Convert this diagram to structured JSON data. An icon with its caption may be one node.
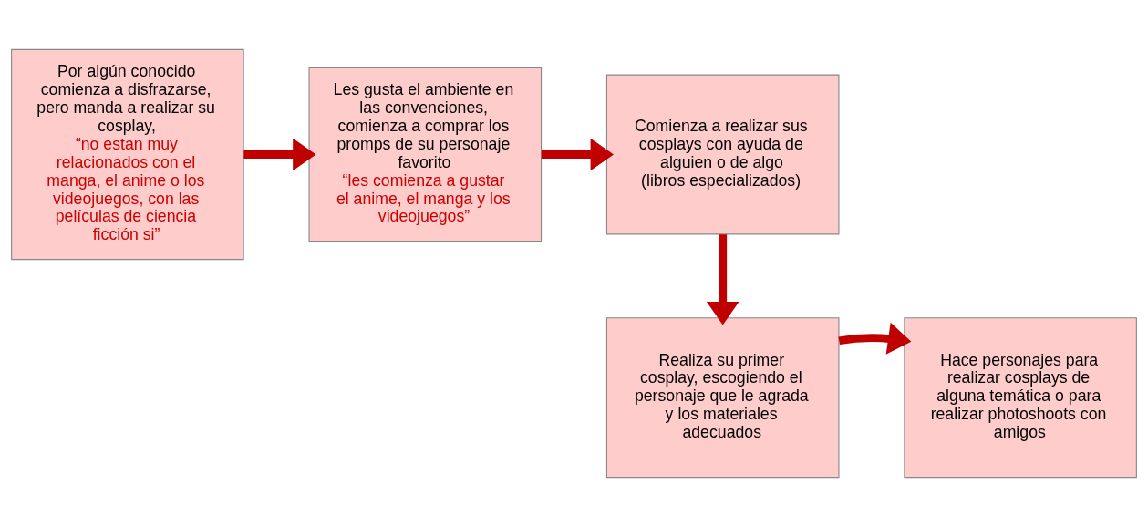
{
  "diagram": {
    "nodes": [
      {
        "text": [
          "Por algún conocido comienza a disfrazarse, pero manda a realizar su cosplay,",
          "“no estan muy relacionados con el manga, el anime o los videojuegos, con las películas de ciencia ficción si”"
        ]
      },
      {
        "text": [
          "Les gusta el ambiente en las convenciones, comienza a comprar los promps de su personaje favorito",
          "“les comienza a gustar el anime, el manga y los videojuegos”"
        ]
      },
      {
        "text": [
          "Comienza a realizar sus cosplays con ayuda de alguien o de algo (libros especializados)"
        ]
      },
      {
        "text": [
          "Realiza su primer cosplay, escogiendo el personaje que le agrada y los materiales adecuados"
        ]
      },
      {
        "text": [
          "Hace personajes para realizar cosplays de alguna temática o para realizar photoshoots con amigos"
        ]
      }
    ],
    "edges": [
      {
        "from": 0,
        "to": 1,
        "arrow": "to"
      },
      {
        "from": 1,
        "to": 2,
        "arrow": "to"
      },
      {
        "from": 2,
        "to": 3,
        "arrow": "to"
      },
      {
        "from": 3,
        "to": 4,
        "arrow": "to"
      }
    ]
  }
}
